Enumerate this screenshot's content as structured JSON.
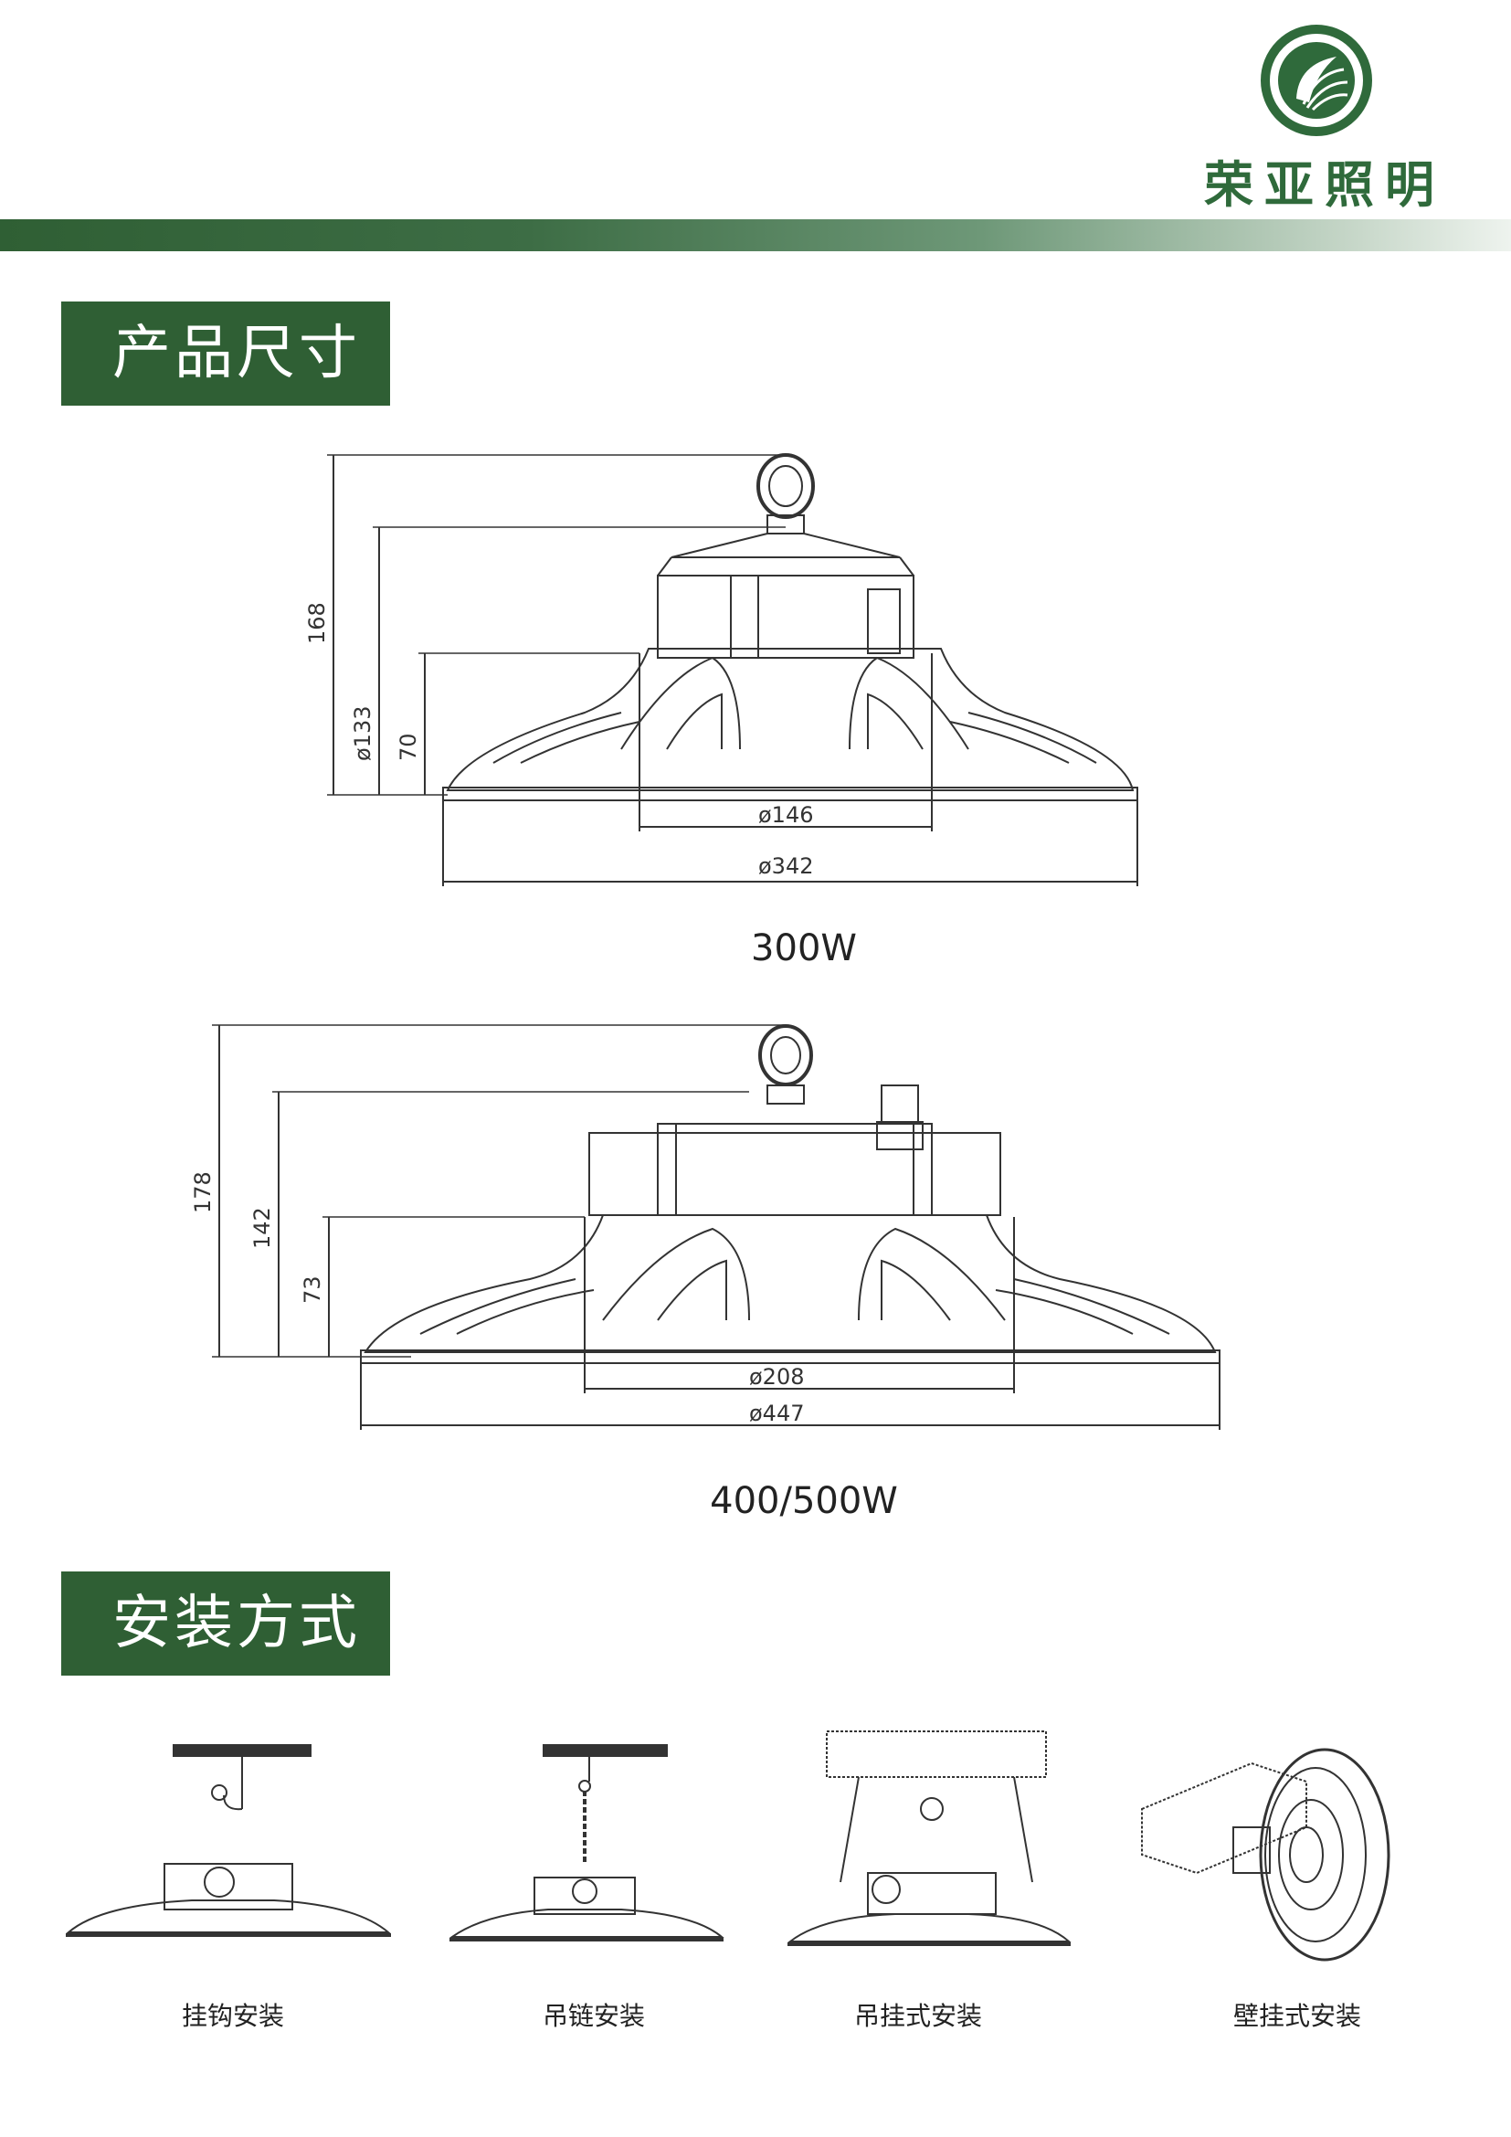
{
  "brand": {
    "name": "荣亚照明",
    "color": "#2f6a3b"
  },
  "sections": {
    "dimensions_title": "产品尺寸",
    "installation_title": "安装方式"
  },
  "drawing_300w": {
    "caption": "300W",
    "height_total": "168",
    "height_mid": "ø133",
    "height_body": "70",
    "diameter_inner": "ø146",
    "diameter_outer": "ø342"
  },
  "drawing_400w": {
    "caption": "400/500W",
    "height_total": "178",
    "height_mid": "142",
    "height_body": "73",
    "diameter_inner": "ø208",
    "diameter_outer": "ø447"
  },
  "installation_methods": [
    {
      "label": "挂钩安装",
      "icon": "hook-mount-icon"
    },
    {
      "label": "吊链安装",
      "icon": "chain-mount-icon"
    },
    {
      "label": "吊挂式安装",
      "icon": "bracket-mount-icon"
    },
    {
      "label": "壁挂式安装",
      "icon": "wall-mount-icon"
    }
  ]
}
